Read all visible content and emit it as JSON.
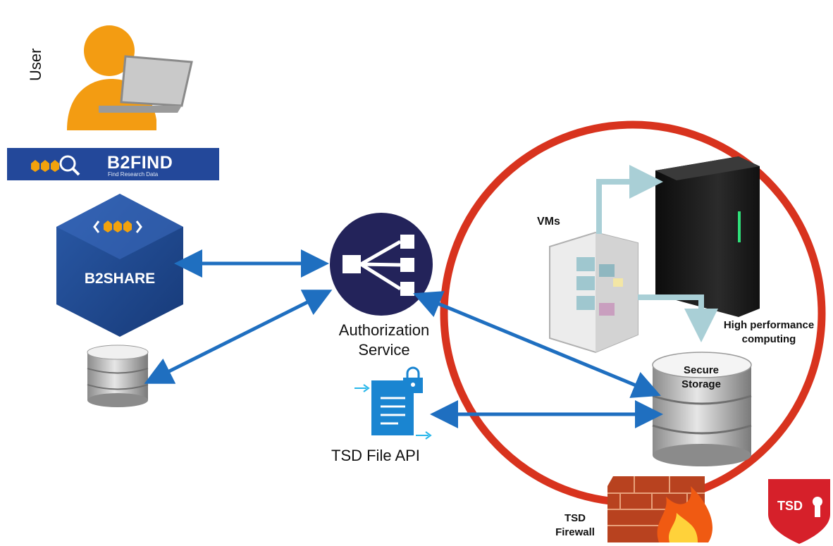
{
  "user": {
    "label": "User"
  },
  "b2find": {
    "title": "B2FIND",
    "subtitle": "Find Research Data"
  },
  "b2share": {
    "title": "B2SHARE"
  },
  "auth": {
    "line1": "Authorization",
    "line2": "Service"
  },
  "file_api": {
    "label": "TSD File API"
  },
  "tsd": {
    "vms_label": "VMs",
    "hpc_line1": "High performance",
    "hpc_line2": "computing",
    "storage_line1": "Secure",
    "storage_line2": "Storage",
    "firewall_line1": "TSD",
    "firewall_line2": "Firewall",
    "badge_text": "TSD"
  },
  "colors": {
    "arrow": "#1f6fc0",
    "tsd_ring": "#d8331e",
    "auth_circle": "#23235a",
    "b2find_bar": "#23489a",
    "b2share_hex": "#1d4386",
    "connector": "#a9cfd6",
    "user_orange": "#f39c12"
  }
}
